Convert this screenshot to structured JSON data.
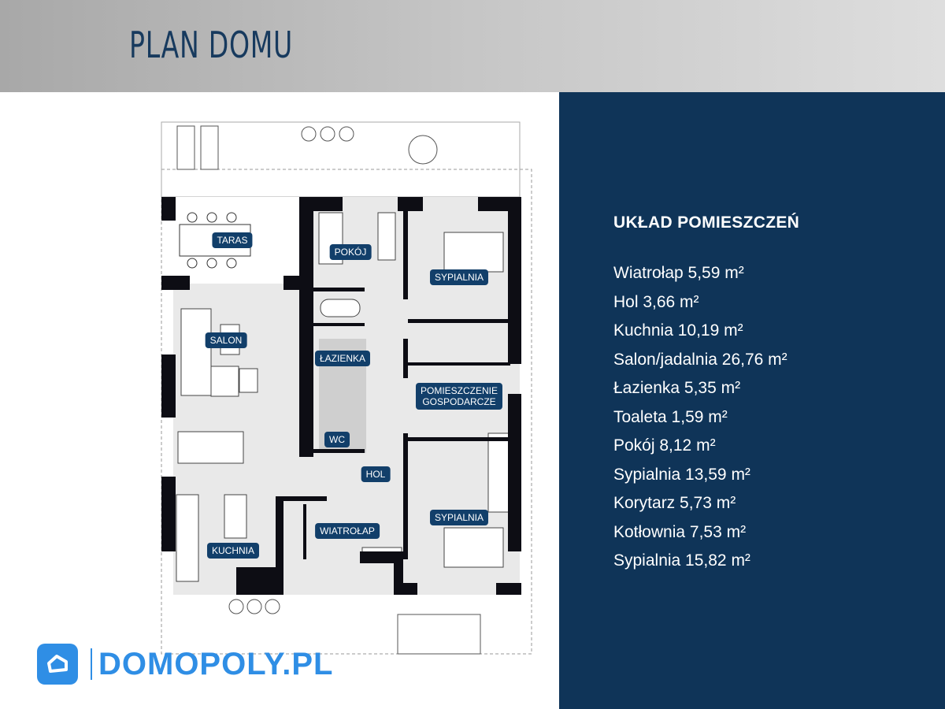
{
  "header": {
    "title": "PLAN DOMU"
  },
  "plan": {
    "labels": {
      "taras": "TARAS",
      "pokoj": "POKÓJ",
      "sypialnia_1": "SYPIALNIA",
      "salon": "SALON",
      "lazienka": "ŁAZIENKA",
      "pomieszczenie_1": "POMIESZCZENIE",
      "pomieszczenie_2": "GOSPODARCZE",
      "wc": "WC",
      "hol": "HOL",
      "sypialnia_2": "SYPIALNIA",
      "wiatrolap": "WIATROŁAP",
      "kuchnia": "KUCHNIA"
    }
  },
  "panel": {
    "title": "UKŁAD POMIESZCZEŃ",
    "rooms": [
      "Wiatrołap 5,59 m²",
      "Hol 3,66 m²",
      "Kuchnia 10,19 m²",
      "Salon/jadalnia 26,76 m²",
      "Łazienka 5,35 m²",
      "Toaleta 1,59 m²",
      "Pokój 8,12 m²",
      "Sypialnia 13,59 m²",
      "Korytarz 5,73 m²",
      "Kotłownia 7,53 m²",
      "Sypialnia 15,82 m²"
    ]
  },
  "logo": {
    "text": "DOMOPOLY.PL"
  },
  "colors": {
    "navy": "#0f3458",
    "label": "#123f6a",
    "brand": "#2f8ee5"
  }
}
